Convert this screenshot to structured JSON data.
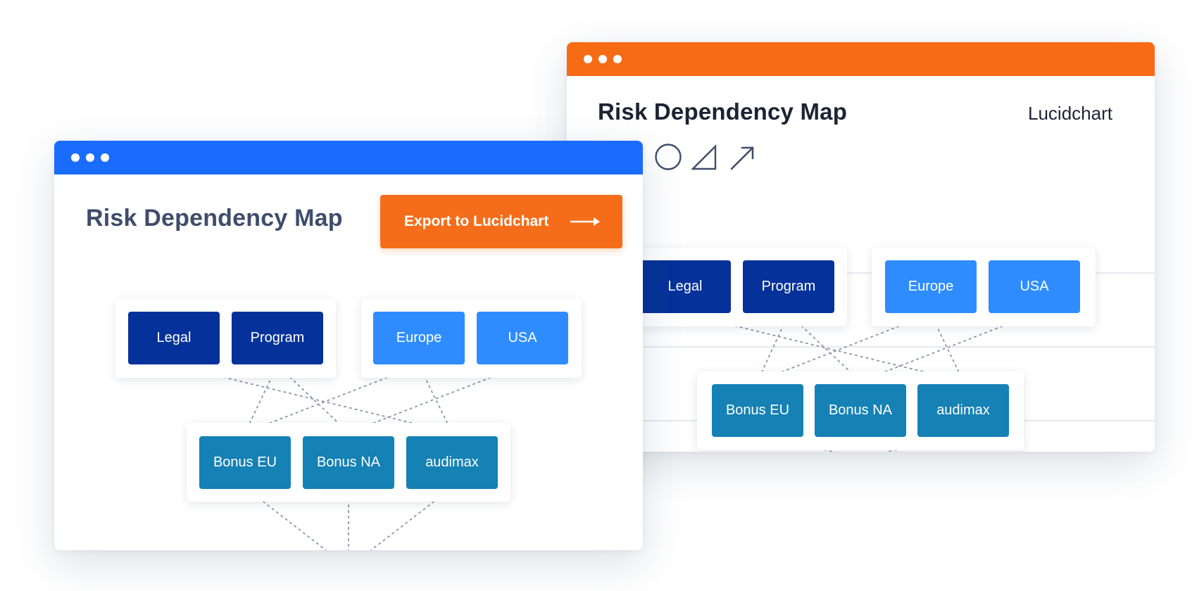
{
  "colors": {
    "page_bg": "#ffffff",
    "blue_bar": "#1a6cff",
    "orange_bar": "#f76b15",
    "export_button": "#f56d1a",
    "title_front": "#3e4d6b",
    "title_back": "#1c2333",
    "dark_blue": "#05329a",
    "mid_blue": "#2e8cff",
    "teal_blue": "#1581b4",
    "connector": "#8f97ab",
    "tool_stroke": "#3e4d6b"
  },
  "back_window": {
    "title": "Risk Dependency Map",
    "logo": "Lucidchart",
    "tools": [
      "circle-tool-icon",
      "triangle-tool-icon",
      "arrow-tool-icon"
    ],
    "nodes": {
      "legal": "Legal",
      "program": "Program",
      "europe": "Europe",
      "usa": "USA",
      "bonus_eu": "Bonus EU",
      "bonus_na": "Bonus NA",
      "audimax": "audimax"
    }
  },
  "front_window": {
    "title": "Risk Dependency Map",
    "export_button": "Export to Lucidchart",
    "nodes": {
      "legal": "Legal",
      "program": "Program",
      "europe": "Europe",
      "usa": "USA",
      "bonus_eu": "Bonus EU",
      "bonus_na": "Bonus NA",
      "audimax": "audimax"
    }
  },
  "diagram": {
    "nodes": [
      {
        "id": "legal",
        "label": "Legal",
        "color": "#05329a",
        "row": 1
      },
      {
        "id": "program",
        "label": "Program",
        "color": "#05329a",
        "row": 1
      },
      {
        "id": "europe",
        "label": "Europe",
        "color": "#2e8cff",
        "row": 1
      },
      {
        "id": "usa",
        "label": "USA",
        "color": "#2e8cff",
        "row": 1
      },
      {
        "id": "bonus_eu",
        "label": "Bonus EU",
        "color": "#1581b4",
        "row": 2
      },
      {
        "id": "bonus_na",
        "label": "Bonus NA",
        "color": "#1581b4",
        "row": 2
      },
      {
        "id": "audimax",
        "label": "audimax",
        "color": "#1581b4",
        "row": 2
      }
    ],
    "edges": [
      {
        "from": "legal",
        "to": "audimax"
      },
      {
        "from": "program",
        "to": "bonus_eu"
      },
      {
        "from": "program",
        "to": "bonus_na"
      },
      {
        "from": "europe",
        "to": "bonus_eu"
      },
      {
        "from": "europe",
        "to": "audimax"
      },
      {
        "from": "usa",
        "to": "bonus_na"
      }
    ]
  }
}
